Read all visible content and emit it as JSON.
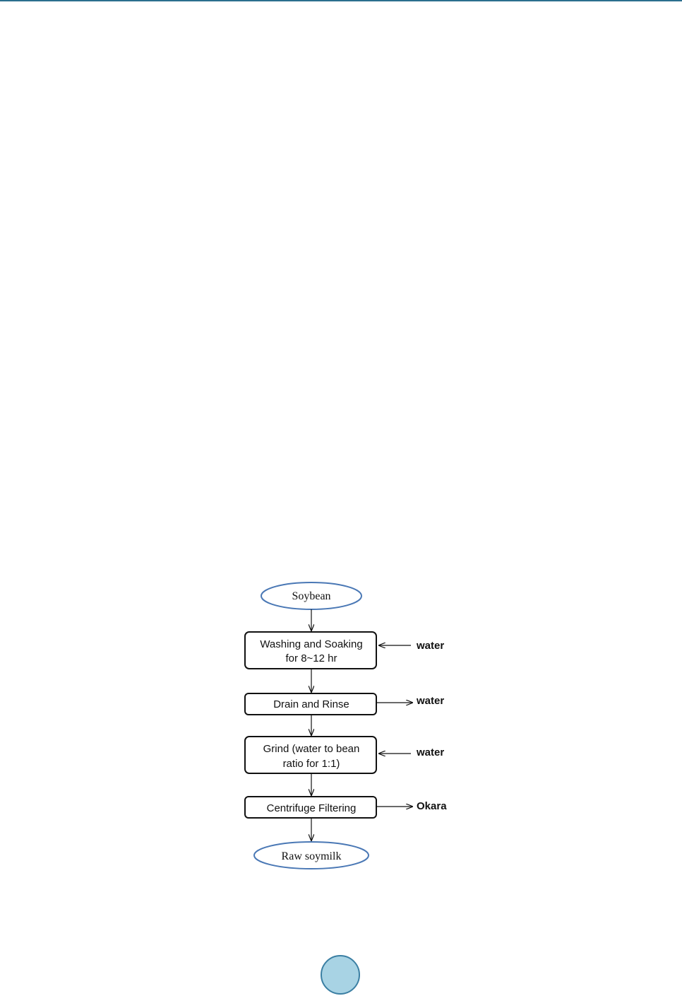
{
  "page": {
    "page_number": "",
    "accent_color": "#2b6f8e",
    "badge_color": "#a8d3e4"
  },
  "flowchart": {
    "start": "Soybean",
    "step1": {
      "line1": "Washing and Soaking",
      "line2": "for 8~12 hr"
    },
    "step2": "Drain and Rinse",
    "step3": {
      "line1": "Grind (water to bean",
      "line2": "ratio for 1:1)"
    },
    "step4": "Centrifuge Filtering",
    "end": "Raw soymilk",
    "side1": "water",
    "side2": "water",
    "side3": "water",
    "side4": "Okara",
    "oval_stroke_color": "#4a78b5",
    "box_stroke_color": "#111111"
  }
}
